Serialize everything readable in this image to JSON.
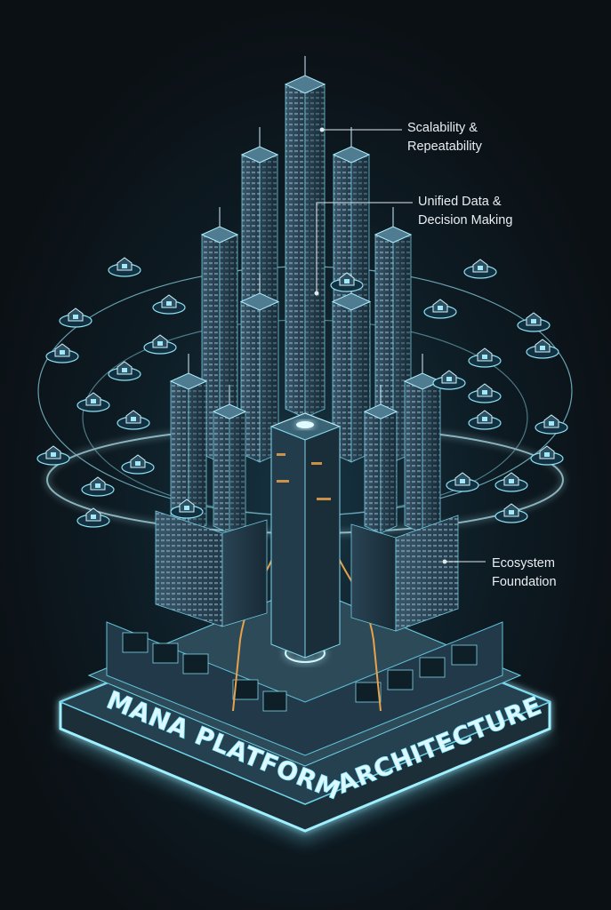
{
  "callouts": {
    "scalability": {
      "line1": "Scalability &",
      "line2": "Repeatability"
    },
    "unified": {
      "line1": "Unified Data &",
      "line2": "Decision Making"
    },
    "ecosystem": {
      "line1": "Ecosystem",
      "line2": "Foundation"
    }
  },
  "base": {
    "left_text": "MANA PLATFORM",
    "right_text": "ARCHITECTURE"
  },
  "icons": [
    "factory-icon",
    "store-icon",
    "bank-icon",
    "house-icon",
    "truck-icon",
    "money-icon",
    "chart-icon",
    "office-icon",
    "gear-icon",
    "leaf-icon",
    "cart-icon",
    "building-icon",
    "tools-icon",
    "warehouse-icon"
  ],
  "colors": {
    "background": "#0b1014",
    "glow": "#7fe7ff",
    "building": "#3b5a6a",
    "accent_orange": "#e8a24a",
    "text": "#e8eef2"
  }
}
